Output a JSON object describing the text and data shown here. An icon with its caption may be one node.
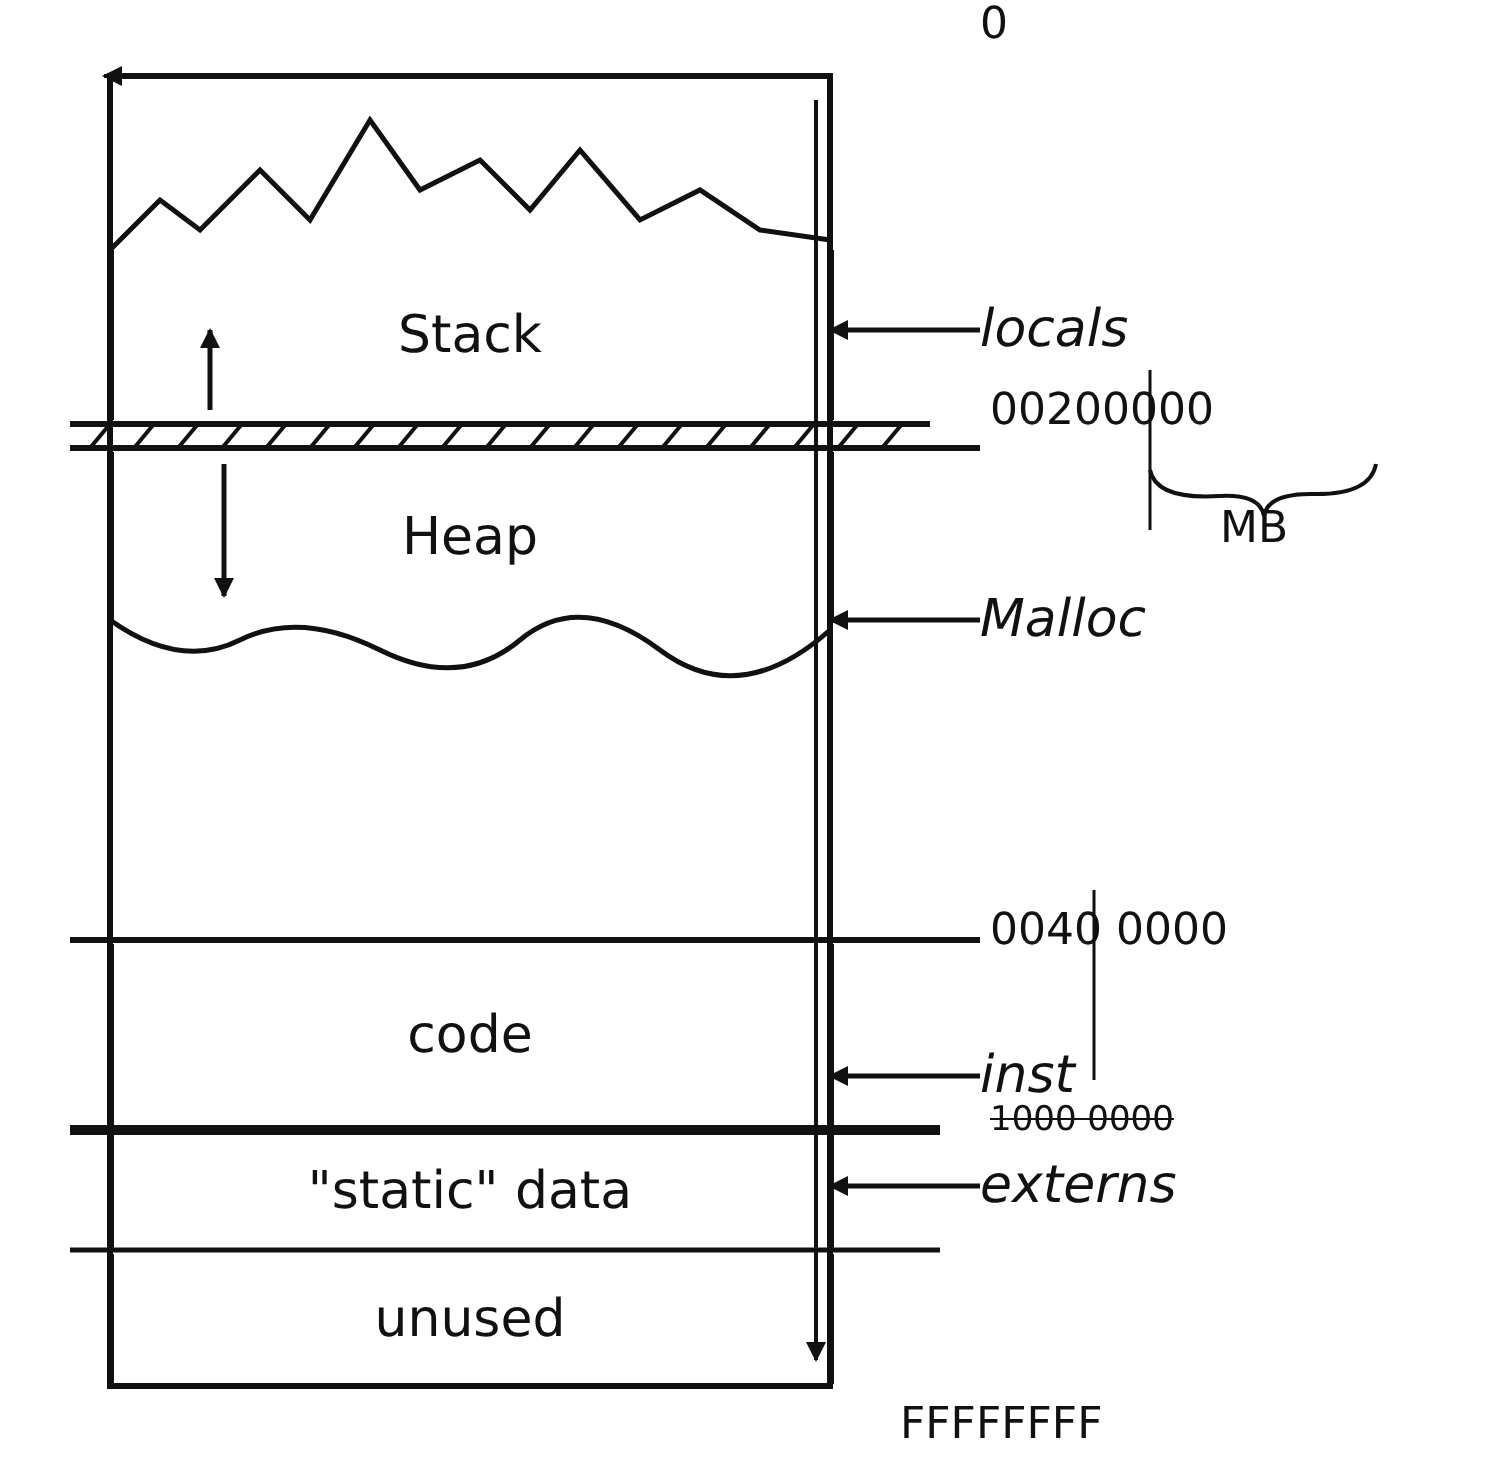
{
  "diagram": {
    "nodes": [
      {
        "text": [
          "Stack"
        ]
      },
      {
        "text": [
          "Heap"
        ]
      },
      {
        "text": [
          "code"
        ]
      },
      {
        "text": [
          "\"static\" data"
        ]
      },
      {
        "text": [
          "unused"
        ]
      },
      {
        "text": [
          "locals"
        ]
      },
      {
        "text": [
          "Malloc"
        ]
      },
      {
        "text": [
          "inst"
        ]
      },
      {
        "text": [
          "externs"
        ]
      }
    ],
    "edges": [
      {
        "from": 5,
        "to": 0,
        "arrow": "to"
      },
      {
        "from": 6,
        "to": 1,
        "arrow": "to"
      },
      {
        "from": 7,
        "to": 2,
        "arrow": "to"
      },
      {
        "from": 8,
        "to": 3,
        "arrow": "to"
      }
    ],
    "labels": [
      "0",
      "00200000",
      "MB",
      "0040 0000",
      "1000 0000",
      "FFFFFFFF"
    ]
  }
}
